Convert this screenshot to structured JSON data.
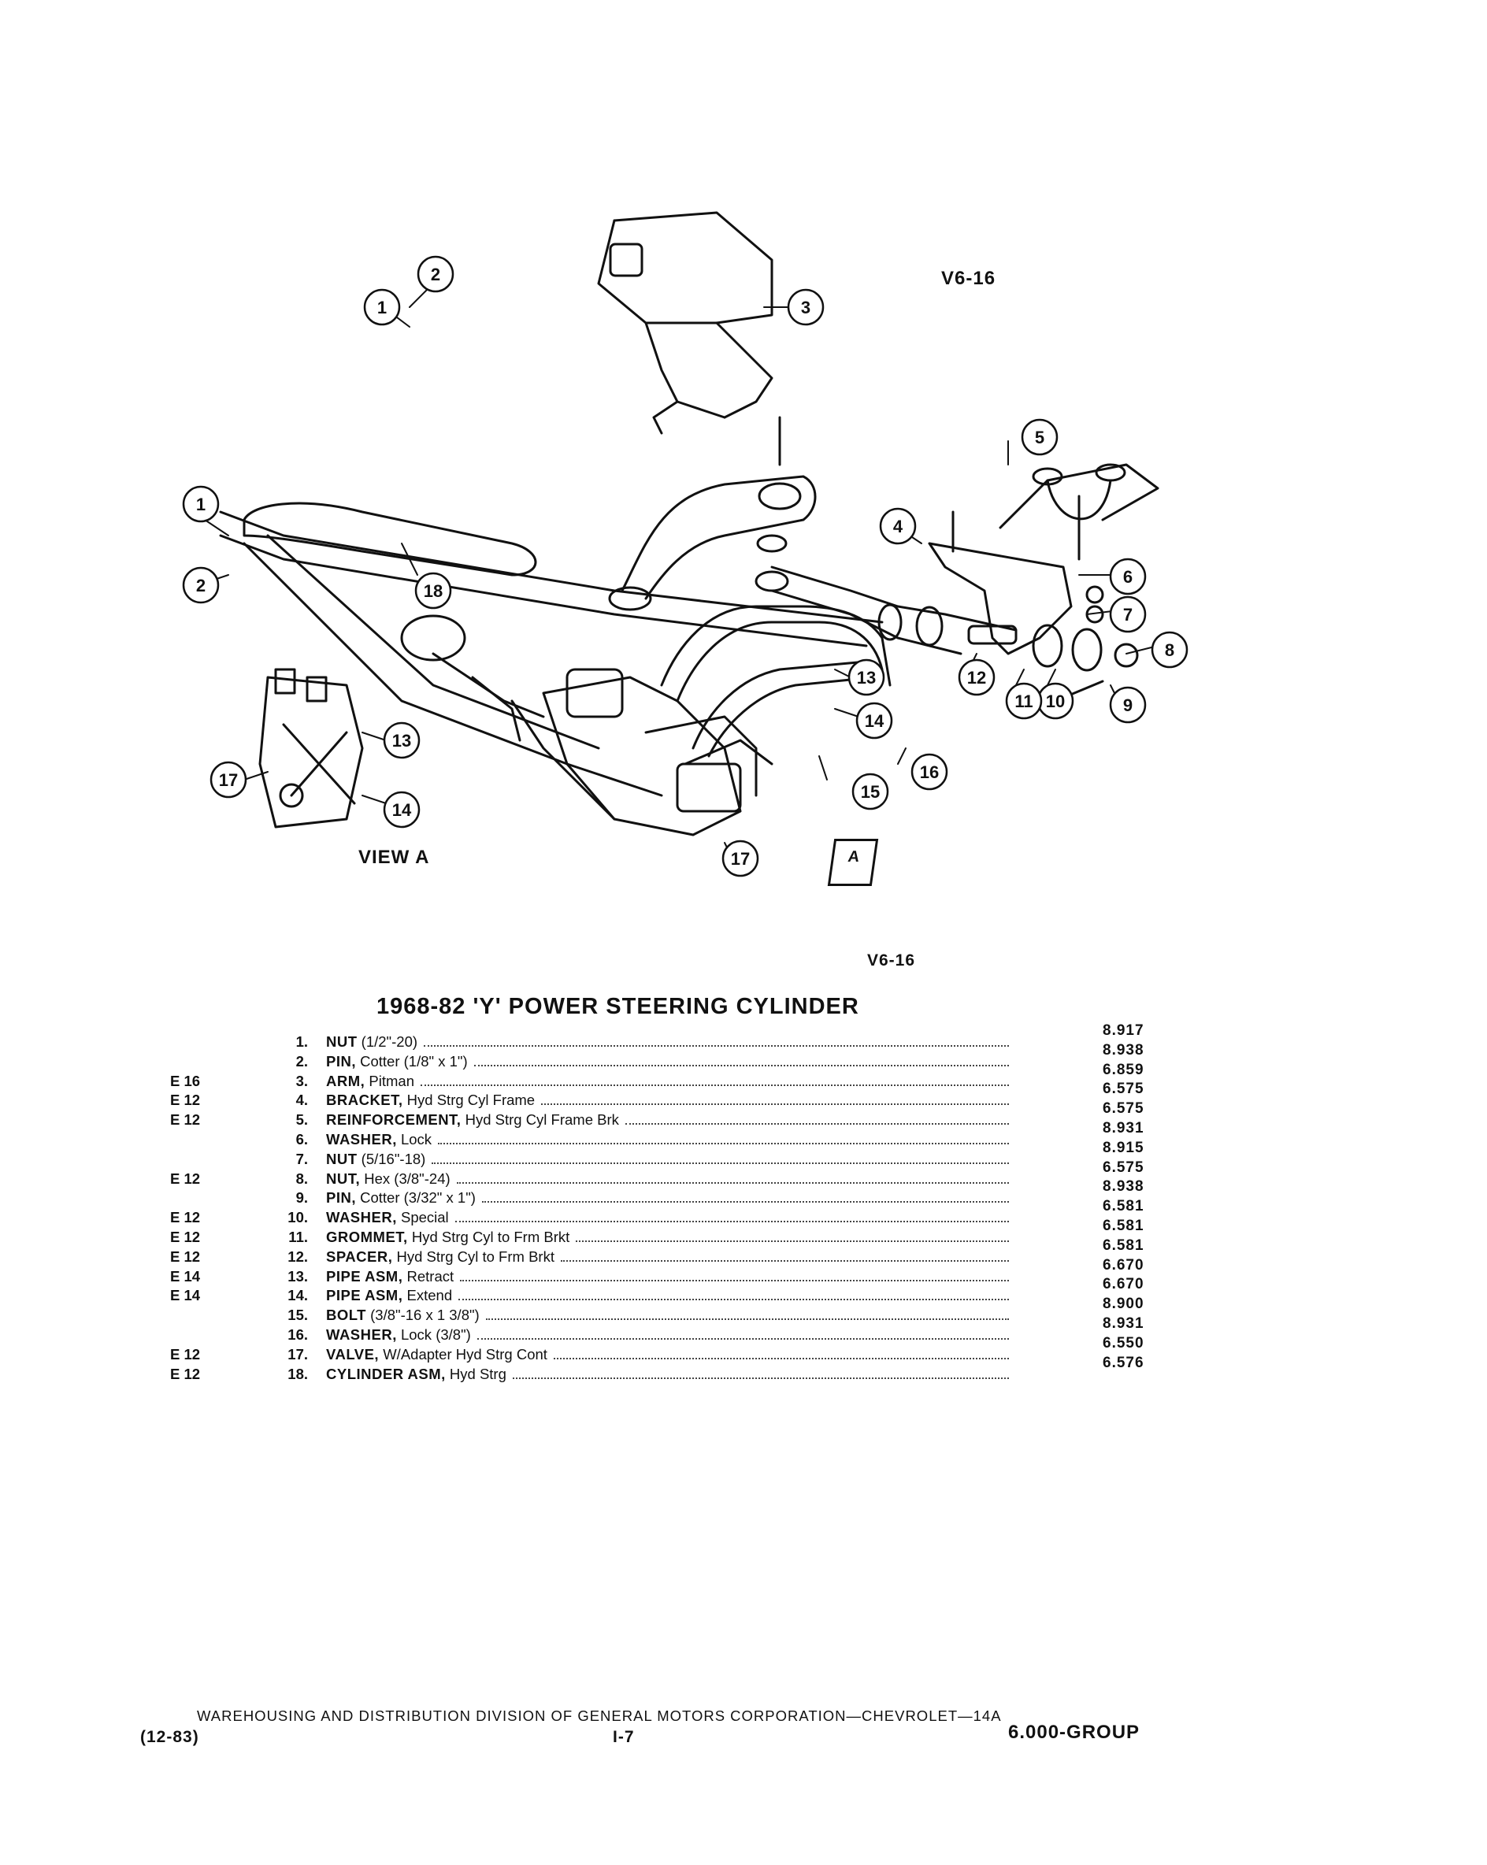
{
  "figure": {
    "tag_top": "V6-16",
    "tag_bottom": "V6-16",
    "view_label": "VIEW A",
    "view_arrow": "A",
    "callouts": [
      "1",
      "2",
      "3",
      "4",
      "5",
      "6",
      "7",
      "8",
      "9",
      "10",
      "11",
      "12",
      "13",
      "14",
      "15",
      "16",
      "17",
      "18"
    ]
  },
  "title": "1968-82 'Y' POWER STEERING CYLINDER",
  "parts": [
    {
      "code": "",
      "num": "1.",
      "name": "NUT",
      "detail": " (1/2\"-20)",
      "group": "8.917"
    },
    {
      "code": "",
      "num": "2.",
      "name": "PIN,",
      "detail": " Cotter (1/8\" x 1\")",
      "group": "8.938"
    },
    {
      "code": "E 16",
      "num": "3.",
      "name": "ARM,",
      "detail": " Pitman",
      "group": "6.859"
    },
    {
      "code": "E 12",
      "num": "4.",
      "name": "BRACKET,",
      "detail": " Hyd Strg Cyl Frame",
      "group": "6.575"
    },
    {
      "code": "E 12",
      "num": "5.",
      "name": "REINFORCEMENT,",
      "detail": " Hyd Strg Cyl Frame Brk",
      "group": "6.575"
    },
    {
      "code": "",
      "num": "6.",
      "name": "WASHER,",
      "detail": " Lock",
      "group": "8.931"
    },
    {
      "code": "",
      "num": "7.",
      "name": "NUT",
      "detail": " (5/16\"-18)",
      "group": "8.915"
    },
    {
      "code": "E 12",
      "num": "8.",
      "name": "NUT,",
      "detail": " Hex (3/8\"-24)",
      "group": "6.575"
    },
    {
      "code": "",
      "num": "9.",
      "name": "PIN,",
      "detail": " Cotter (3/32\" x 1\")",
      "group": "8.938"
    },
    {
      "code": "E 12",
      "num": "10.",
      "name": "WASHER,",
      "detail": " Special",
      "group": "6.581"
    },
    {
      "code": "E 12",
      "num": "11.",
      "name": "GROMMET,",
      "detail": " Hyd Strg Cyl to Frm Brkt",
      "group": "6.581"
    },
    {
      "code": "E 12",
      "num": "12.",
      "name": "SPACER,",
      "detail": " Hyd Strg Cyl to Frm Brkt",
      "group": "6.581"
    },
    {
      "code": "E 14",
      "num": "13.",
      "name": "PIPE ASM,",
      "detail": " Retract",
      "group": "6.670"
    },
    {
      "code": "E 14",
      "num": "14.",
      "name": "PIPE ASM,",
      "detail": " Extend",
      "group": "6.670"
    },
    {
      "code": "",
      "num": "15.",
      "name": "BOLT",
      "detail": " (3/8\"-16 x 1 3/8\")",
      "group": "8.900"
    },
    {
      "code": "",
      "num": "16.",
      "name": "WASHER,",
      "detail": " Lock (3/8\")",
      "group": "8.931"
    },
    {
      "code": "E 12",
      "num": "17.",
      "name": "VALVE,",
      "detail": " W/Adapter Hyd Strg Cont",
      "group": "6.550"
    },
    {
      "code": "E 12",
      "num": "18.",
      "name": "CYLINDER ASM,",
      "detail": " Hyd Strg",
      "group": "6.576"
    }
  ],
  "footer": {
    "division": "WAREHOUSING AND DISTRIBUTION DIVISION OF GENERAL MOTORS CORPORATION—CHEVROLET—14A",
    "date": "(12-83)",
    "page": "I-7",
    "group": "6.000-GROUP"
  }
}
